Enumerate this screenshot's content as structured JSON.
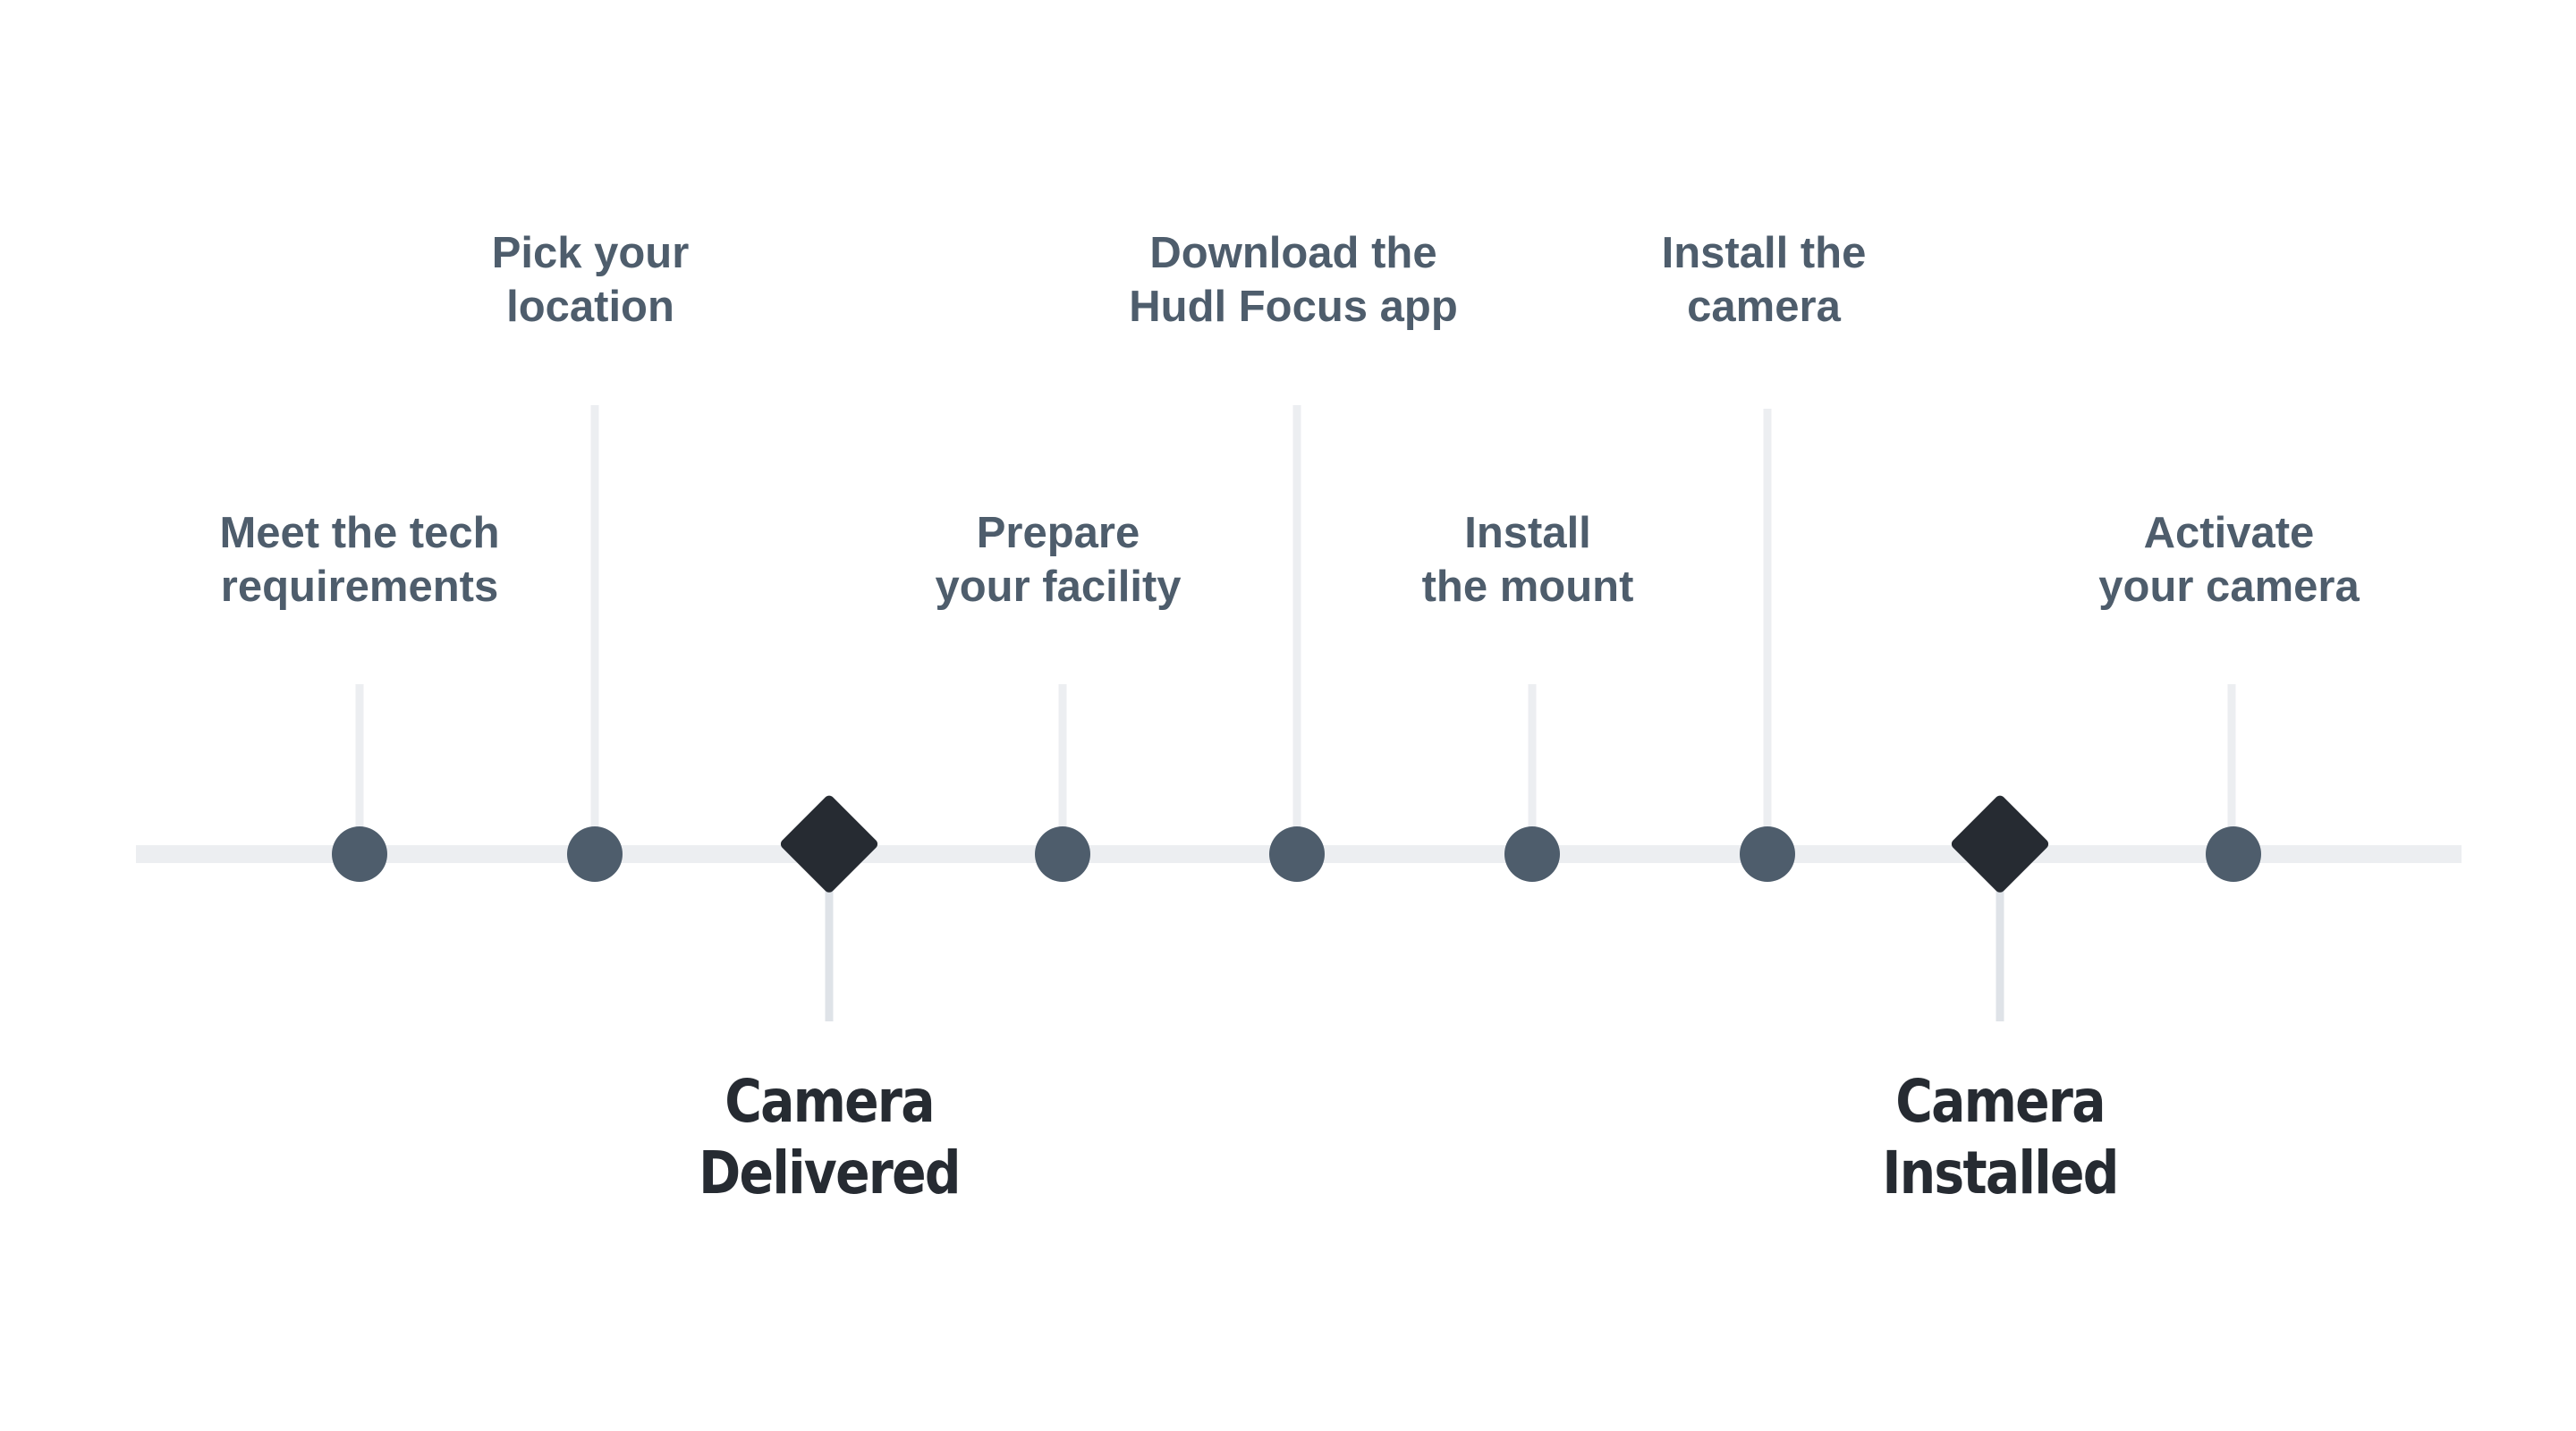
{
  "colors": {
    "track": "#eceef1",
    "connector": "#eceef1",
    "milestone_connector": "#dfe3e8",
    "step_dot": "#4e5d6c",
    "milestone": "#262b32",
    "step_text": "#4e5d6c",
    "milestone_text": "#262b32"
  },
  "steps": [
    {
      "line1": "Meet the tech",
      "line2": "requirements"
    },
    {
      "line1": "Pick your",
      "line2": "location"
    },
    {
      "line1": "Prepare",
      "line2": "your facility"
    },
    {
      "line1": "Download the",
      "line2": "Hudl Focus app"
    },
    {
      "line1": "Install",
      "line2": "the mount"
    },
    {
      "line1": "Install the",
      "line2": "camera"
    },
    {
      "line1": "Activate",
      "line2": "your camera"
    }
  ],
  "milestones": [
    {
      "line1": "Camera",
      "line2": "Delivered"
    },
    {
      "line1": "Camera",
      "line2": "Installed"
    }
  ]
}
